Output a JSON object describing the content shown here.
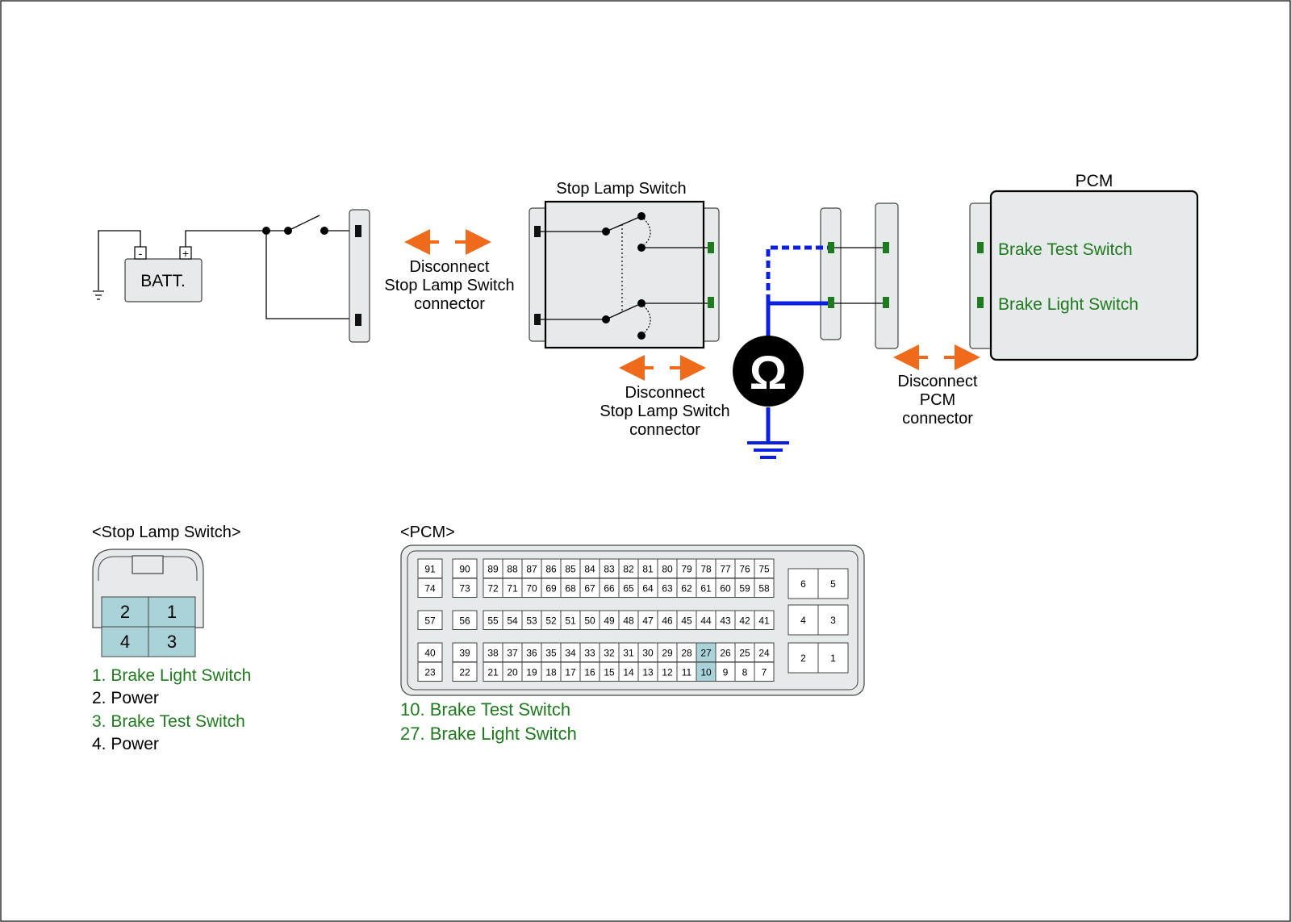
{
  "colors": {
    "green": "#1f7a1f",
    "blue": "#0a1fe0",
    "orange": "#ef6a1a",
    "connector_fill": "#e6eaea",
    "highlight": "#a9d3d9",
    "black": "#000000"
  },
  "circuit": {
    "battery": {
      "label": "BATT.",
      "minus": "-",
      "plus": "+"
    },
    "stop_lamp_switch": {
      "title": "Stop Lamp Switch"
    },
    "pcm": {
      "title": "PCM",
      "inputs": [
        "Brake Test Switch",
        "Brake Light Switch"
      ]
    },
    "meter": {
      "symbol": "Ω"
    },
    "disconnect_notes": [
      {
        "lines": [
          "Disconnect",
          "Stop Lamp Switch",
          "connector"
        ]
      },
      {
        "lines": [
          "Disconnect",
          "Stop Lamp Switch",
          "connector"
        ]
      },
      {
        "lines": [
          "Disconnect",
          "PCM",
          "connector"
        ]
      }
    ]
  },
  "stop_lamp_connector": {
    "title": "<Stop Lamp Switch>",
    "pins": [
      "2",
      "1",
      "4",
      "3"
    ],
    "legend": [
      {
        "text": "1. Brake Light Switch",
        "highlight": true
      },
      {
        "text": "2. Power",
        "highlight": false
      },
      {
        "text": "3. Brake Test Switch",
        "highlight": true
      },
      {
        "text": "4. Power",
        "highlight": false
      }
    ]
  },
  "pcm_connector": {
    "title": "<PCM>",
    "row1": [
      "91",
      "90",
      "89",
      "88",
      "87",
      "86",
      "85",
      "84",
      "83",
      "82",
      "81",
      "80",
      "79",
      "78",
      "77",
      "76",
      "75"
    ],
    "row2": [
      "74",
      "73",
      "72",
      "71",
      "70",
      "69",
      "68",
      "67",
      "66",
      "65",
      "64",
      "63",
      "62",
      "61",
      "60",
      "59",
      "58"
    ],
    "row3": [
      "57",
      "56",
      "55",
      "54",
      "53",
      "52",
      "51",
      "50",
      "49",
      "48",
      "47",
      "46",
      "45",
      "44",
      "43",
      "42",
      "41"
    ],
    "row4": [
      "40",
      "39",
      "38",
      "37",
      "36",
      "35",
      "34",
      "33",
      "32",
      "31",
      "30",
      "29",
      "28",
      "27",
      "26",
      "25",
      "24"
    ],
    "row5": [
      "23",
      "22",
      "21",
      "20",
      "19",
      "18",
      "17",
      "16",
      "15",
      "14",
      "13",
      "12",
      "11",
      "10",
      "9",
      "8",
      "7"
    ],
    "right_pins": [
      "6",
      "5",
      "4",
      "3",
      "2",
      "1"
    ],
    "highlighted_pins": [
      "27",
      "10"
    ],
    "legend": [
      {
        "text": "10. Brake Test Switch"
      },
      {
        "text": "27. Brake Light Switch"
      }
    ]
  }
}
